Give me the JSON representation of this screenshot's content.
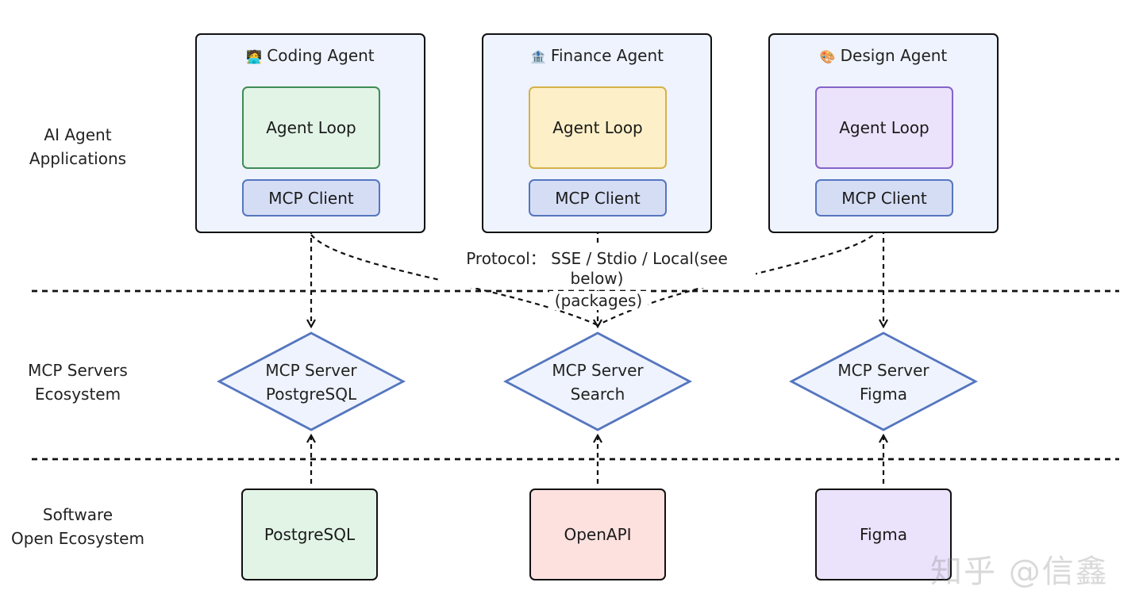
{
  "layers": {
    "agent_apps": "AI Agent\nApplications",
    "mcp_servers": "MCP Servers\nEcosystem",
    "software": "Software\nOpen Ecosystem"
  },
  "agents": [
    {
      "emoji": "🧑‍💻",
      "title": "Coding Agent",
      "loop": "Agent Loop",
      "client": "MCP Client",
      "loop_fill": "#e2f4e6",
      "loop_stroke": "#3f8c56"
    },
    {
      "emoji": "🏦",
      "title": "Finance Agent",
      "loop": "Agent Loop",
      "client": "MCP Client",
      "loop_fill": "#fdf0c8",
      "loop_stroke": "#d7b14a"
    },
    {
      "emoji": "🎨",
      "title": "Design Agent",
      "loop": "Agent Loop",
      "client": "MCP Client",
      "loop_fill": "#ebe2fb",
      "loop_stroke": "#8563c9"
    }
  ],
  "protocol": "Protocol： SSE / Stdio / Local(see below)",
  "packages": "(packages)",
  "servers": [
    {
      "line1": "MCP Server",
      "line2": "PostgreSQL"
    },
    {
      "line1": "MCP Server",
      "line2": "Search"
    },
    {
      "line1": "MCP Server",
      "line2": "Figma"
    }
  ],
  "software": [
    {
      "label": "PostgreSQL",
      "fill": "#e2f4e6"
    },
    {
      "label": "OpenAPI",
      "fill": "#fde1df"
    },
    {
      "label": "Figma",
      "fill": "#ebe2fb"
    }
  ],
  "watermark": "知乎 @信鑫",
  "colors": {
    "diamond_stroke": "#5576bf",
    "diamond_fill": "#eef3fd",
    "client_fill": "#d5ddf5",
    "client_stroke": "#5576bf"
  }
}
